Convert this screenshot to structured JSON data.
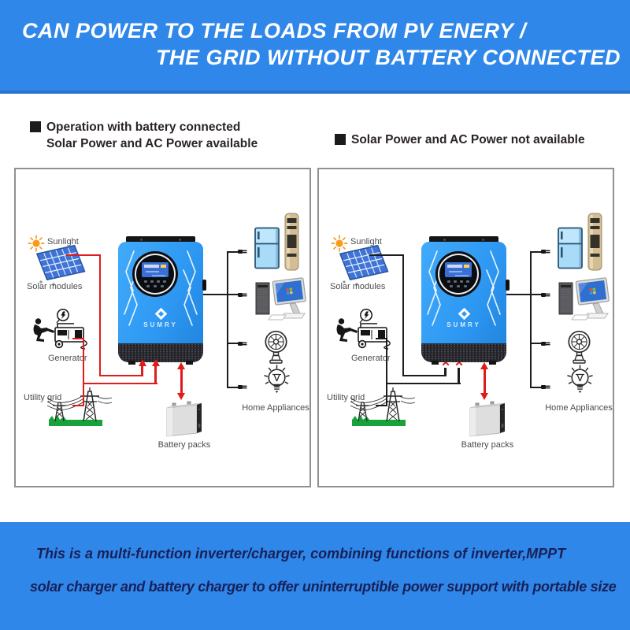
{
  "banner": {
    "line1": "CAN POWER TO THE LOADS FROM PV ENERY /",
    "line2": "THE GRID WITHOUT BATTERY CONNECTED"
  },
  "sections": {
    "left_line1": "Operation with battery connected",
    "left_line2": "Solar Power and AC Power available",
    "right": "Solar Power and AC Power not available"
  },
  "labels": {
    "sunlight": "Sunlight",
    "solar_modules": "Solar modules",
    "generator": "Generator",
    "utility_grid": "Utility grid",
    "home_appliances": "Home Appliances",
    "battery_packs": "Battery packs"
  },
  "inverter": {
    "brand": "SUMRY"
  },
  "marks": {
    "unavailable": "✕"
  },
  "footer": {
    "line1": "This is a multi-function inverter/charger, combining functions of inverter,MPPT",
    "line2": "solar charger and battery charger to offer uninterruptible power support with portable size"
  },
  "colors": {
    "banner_blue": "#2f87ea",
    "footer_text_navy": "#182057",
    "power_line_red": "#e11a1a",
    "inverter_body_blue": "#2f9af4"
  }
}
